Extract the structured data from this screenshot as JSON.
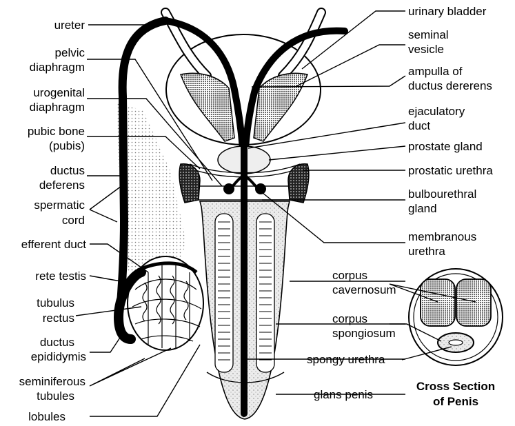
{
  "colors": {
    "ink": "#000000",
    "stipple": "#d0d0d0",
    "paper": "#ffffff"
  },
  "labels_left": {
    "ureter": "ureter",
    "pelvic_diaphragm": [
      "pelvic",
      "diaphragm"
    ],
    "urogenital_diaphragm": [
      "urogenital",
      "diaphragm"
    ],
    "pubic_bone": [
      "pubic bone",
      "(pubis)"
    ],
    "ductus_deferens": [
      "ductus",
      "deferens"
    ],
    "spermatic_cord": [
      "spermatic",
      "cord"
    ],
    "efferent_duct": "efferent duct",
    "rete_testis": "rete testis",
    "tubulus_rectus": [
      "tubulus",
      "rectus"
    ],
    "ductus_epididymis": [
      "ductus",
      "epididymis"
    ],
    "seminiferous_tubules": [
      "seminiferous",
      "tubules"
    ],
    "lobules": "lobules"
  },
  "labels_right": {
    "urinary_bladder": "urinary bladder",
    "seminal_vesicle": [
      "seminal",
      "vesicle"
    ],
    "ampulla": [
      "ampulla of",
      "ductus dererens"
    ],
    "ejaculatory_duct": [
      "ejaculatory",
      "duct"
    ],
    "prostate_gland": "prostate gland",
    "prostatic_urethra": "prostatic urethra",
    "bulbourethral_gland": [
      "bulbourethral",
      "gland"
    ],
    "membranous_urethra": [
      "membranous",
      "urethra"
    ],
    "corpus_cavernosum": [
      "corpus",
      "cavernosum"
    ],
    "corpus_spongiosum": [
      "corpus",
      "spongiosum"
    ],
    "spongy_urethra": "spongy urethra",
    "glans_penis": "glans penis"
  },
  "cross_section_caption": [
    "Cross Section",
    "of Penis"
  ]
}
